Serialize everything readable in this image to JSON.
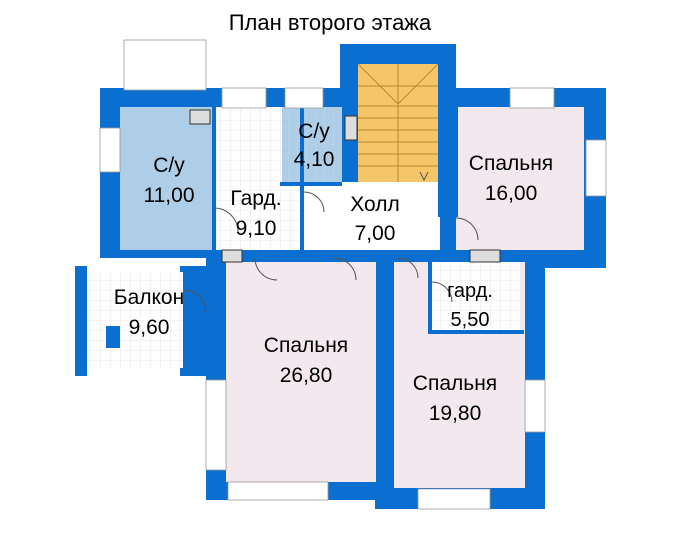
{
  "title": "План второго этажа",
  "rooms": {
    "wc_big": {
      "name": "С/у",
      "area": "11,00"
    },
    "wc_small": {
      "name": "С/у",
      "area": "4,10"
    },
    "dressing_big": {
      "name": "Гард.",
      "area": "9,10"
    },
    "hall": {
      "name": "Холл",
      "area": "7,00"
    },
    "bedroom_ne": {
      "name": "Спальня",
      "area": "16,00"
    },
    "balcony": {
      "name": "Балкон",
      "area": "9,60"
    },
    "dressing_small": {
      "name": "гард.",
      "area": "5,50"
    },
    "bedroom_main": {
      "name": "Спальня",
      "area": "26,80"
    },
    "bedroom_se": {
      "name": "Спальня",
      "area": "19,80"
    }
  },
  "colors": {
    "wall": "#0a6fd0",
    "bathroom": "#aecde6",
    "bedroom": "#f2e8ee",
    "stairs": "#f5c56a",
    "window": "#ffffff"
  }
}
